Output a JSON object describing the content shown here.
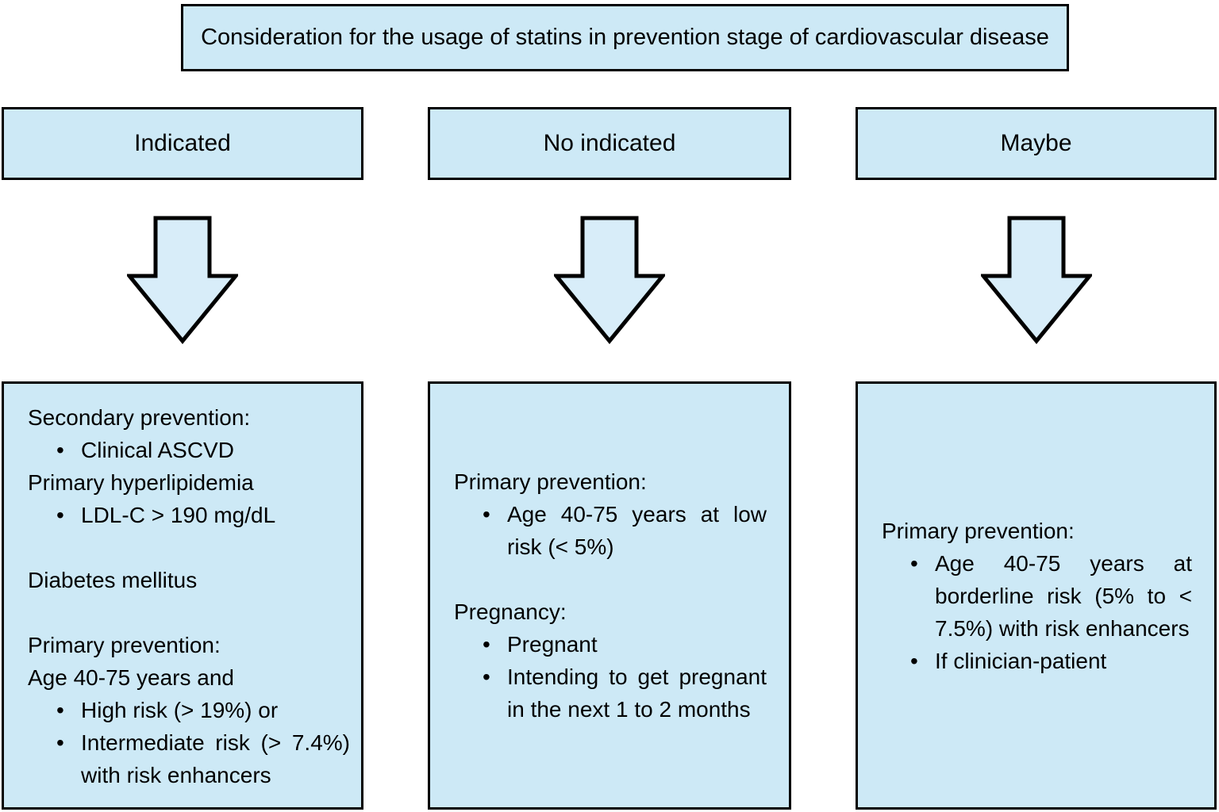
{
  "title": "Consideration for the usage of statins in prevention stage of cardiovascular disease",
  "bullet_char": "•",
  "colors": {
    "box_fill": "#cde9f6",
    "arrow_fill": "#d8edf9",
    "border_color": "#000000"
  },
  "arrow_icon": "down-block-arrow",
  "columns": [
    {
      "header": "Indicated",
      "lines": [
        {
          "type": "heading",
          "text": "Secondary prevention:"
        },
        {
          "type": "bullet",
          "text": "Clinical ASCVD"
        },
        {
          "type": "heading",
          "text": "Primary hyperlipidemia"
        },
        {
          "type": "bullet",
          "text": "LDL-C > 190 mg/dL"
        },
        {
          "type": "blank",
          "text": ""
        },
        {
          "type": "heading",
          "text": "Diabetes mellitus"
        },
        {
          "type": "blank",
          "text": ""
        },
        {
          "type": "heading",
          "text": "Primary prevention:"
        },
        {
          "type": "heading",
          "text": "Age 40-75 years and"
        },
        {
          "type": "bullet",
          "text": "High risk (> 19%) or"
        },
        {
          "type": "bullet",
          "text": "Intermediate risk (> 7.4%) with risk enhancers"
        }
      ]
    },
    {
      "header": "No indicated",
      "lines": [
        {
          "type": "heading",
          "text": "Primary prevention:"
        },
        {
          "type": "bullet",
          "text": "Age 40-75 years at low risk (< 5%)"
        },
        {
          "type": "blank",
          "text": ""
        },
        {
          "type": "heading",
          "text": "Pregnancy:"
        },
        {
          "type": "bullet",
          "text": "Pregnant"
        },
        {
          "type": "bullet",
          "text": "Intending to get pregnant in the next 1 to 2 months"
        }
      ]
    },
    {
      "header": "Maybe",
      "lines": [
        {
          "type": "heading",
          "text": "Primary prevention:"
        },
        {
          "type": "bullet",
          "text": "Age 40-75 years at borderline risk (5% to < 7.5%) with risk enhancers"
        },
        {
          "type": "bullet",
          "text": "If clinician-patient"
        }
      ]
    }
  ]
}
